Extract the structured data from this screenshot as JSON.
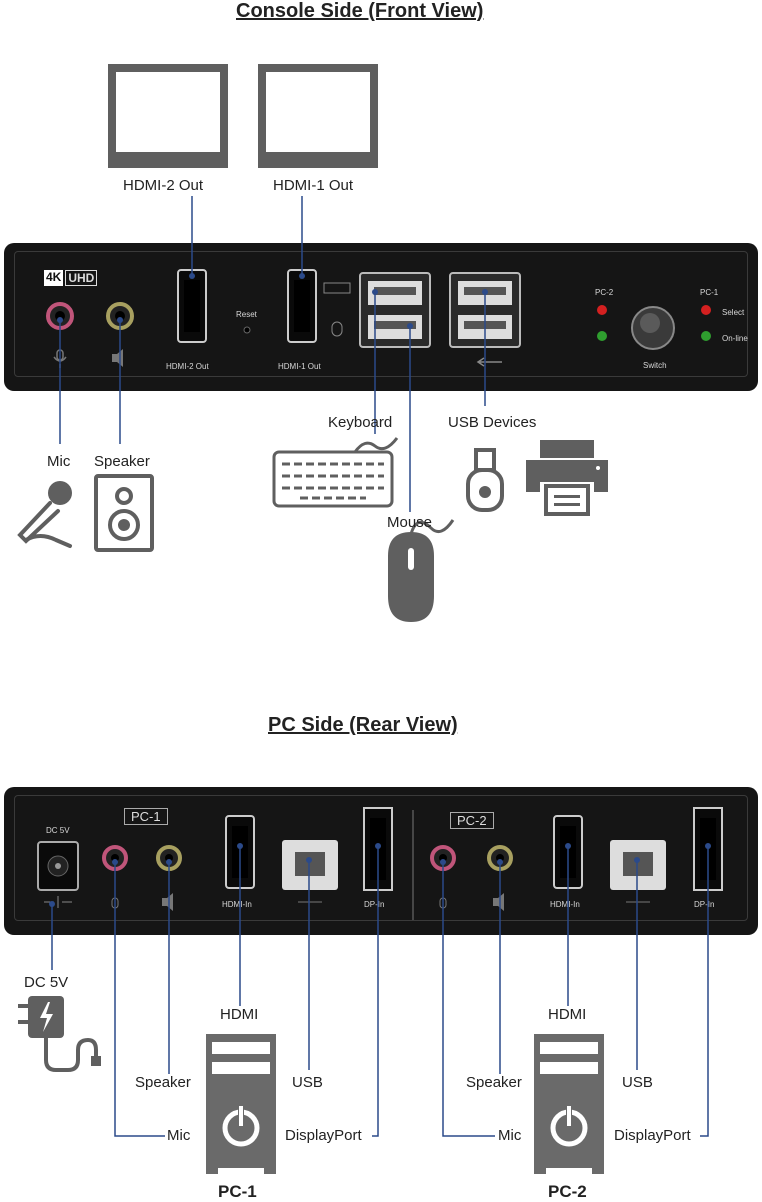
{
  "front": {
    "title": "Console Side (Front View)",
    "badge_4k": "4K",
    "badge_uhd": "UHD",
    "reset": "Reset",
    "hdmi2_port": "HDMI-2 Out",
    "hdmi1_port": "HDMI-1 Out",
    "pc2_led": "PC-2",
    "pc1_led": "PC-1",
    "select": "Select",
    "online": "On-line",
    "switch": "Switch",
    "labels": {
      "hdmi2": "HDMI-2 Out",
      "hdmi1": "HDMI-1 Out",
      "mic": "Mic",
      "speaker": "Speaker",
      "keyboard": "Keyboard",
      "mouse": "Mouse",
      "usb_devices": "USB Devices"
    }
  },
  "rear": {
    "title": "PC Side (Rear View)",
    "dc_port": "DC 5V",
    "pc1_box": "PC-1",
    "pc2_box": "PC-2",
    "hdmi_in": "HDMI-In",
    "dp_in": "DP-In",
    "labels": {
      "dc": "DC 5V",
      "hdmi": "HDMI",
      "speaker": "Speaker",
      "usb": "USB",
      "mic": "Mic",
      "displayport": "DisplayPort",
      "pc1": "PC-1",
      "pc2": "PC-2"
    }
  },
  "colors": {
    "panel": "#151515",
    "line": "#2b4a8a",
    "icon": "#5f5f5f",
    "led_red": "#d42020",
    "led_green": "#2f9e2f"
  }
}
